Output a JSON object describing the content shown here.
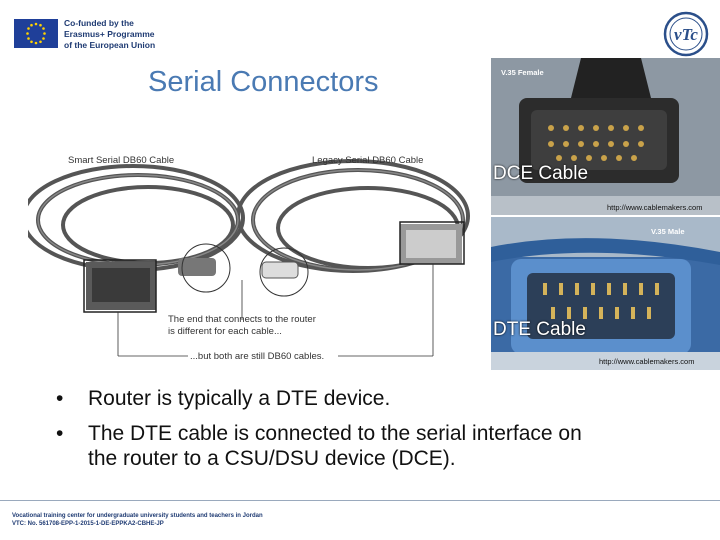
{
  "header": {
    "eu_text": [
      "Co-funded by the",
      "Erasmus+ Programme",
      "of the European Union"
    ]
  },
  "title": "Serial Connectors",
  "cable_diagram": {
    "label_smart": "Smart Serial DB60 Cable",
    "label_legacy": "Legacy Serial DB60 Cable",
    "callout_line1": "The end that connects to the router",
    "callout_line2": "is different for each cable...",
    "callout_line3": "...but both are still DB60 cables."
  },
  "dce_photo": {
    "tag": "V.35 Female",
    "caption": "DCE Cable",
    "url": "http://www.cablemakers.com"
  },
  "dte_photo": {
    "tag": "V.35 Male",
    "caption": "DTE Cable",
    "url": "http://www.cablemakers.com"
  },
  "bullets": [
    {
      "line1": "Router is typically a DTE device.",
      "line2": ""
    },
    {
      "line1": "The DTE cable is connected to the serial interface on",
      "line2": "the router to a CSU/DSU device (DCE)."
    }
  ],
  "bullet_symbol": "•",
  "footer": {
    "line1": "Vocational training center for undergraduate university students and teachers in Jordan",
    "line2": "VTC: No. 561708-EPP-1-2015-1-DE-EPPKA2-CBHE-JP"
  }
}
